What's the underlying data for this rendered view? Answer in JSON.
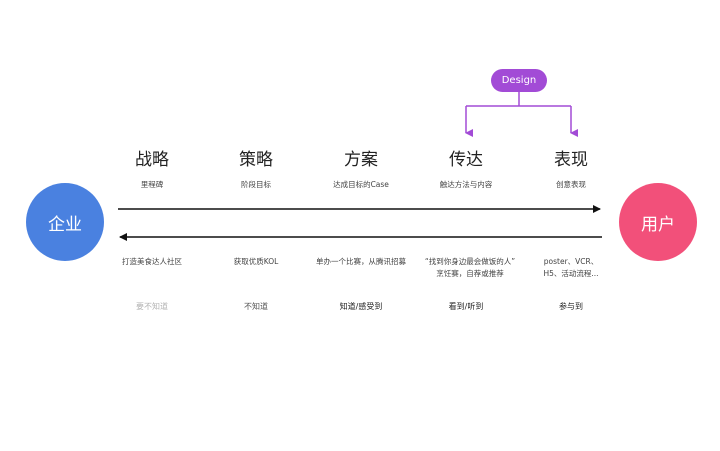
{
  "colors": {
    "enterprise": "#4a81e0",
    "user": "#f2507a",
    "design": "#a24bd6",
    "arrow": "#111111",
    "status_muted": "#b3b3b3",
    "status_normal": "#555555",
    "status_dark": "#222222"
  },
  "design_label": "Design",
  "left_node": "企业",
  "right_node": "用户",
  "stages": [
    {
      "title": "战略",
      "subtitle": "里程碑",
      "bottom": [
        "打造美食达人社区"
      ],
      "status": "要不知道",
      "status_tone": "muted"
    },
    {
      "title": "策略",
      "subtitle": "阶段目标",
      "bottom": [
        "获取优质KOL"
      ],
      "status": "不知道",
      "status_tone": "normal"
    },
    {
      "title": "方案",
      "subtitle": "达成目标的Case",
      "bottom": [
        "单办一个比赛，从腾讯招募"
      ],
      "status": "知道/感受到",
      "status_tone": "dark"
    },
    {
      "title": "传达",
      "subtitle": "触达方法与内容",
      "bottom": [
        "“找到你身边最会做饭的人”",
        "烹饪赛，自荐或推荐"
      ],
      "status": "看到/听到",
      "status_tone": "dark"
    },
    {
      "title": "表现",
      "subtitle": "创意表现",
      "bottom": [
        "poster、VCR、",
        "H5、活动流程..."
      ],
      "status": "参与到",
      "status_tone": "dark"
    }
  ]
}
